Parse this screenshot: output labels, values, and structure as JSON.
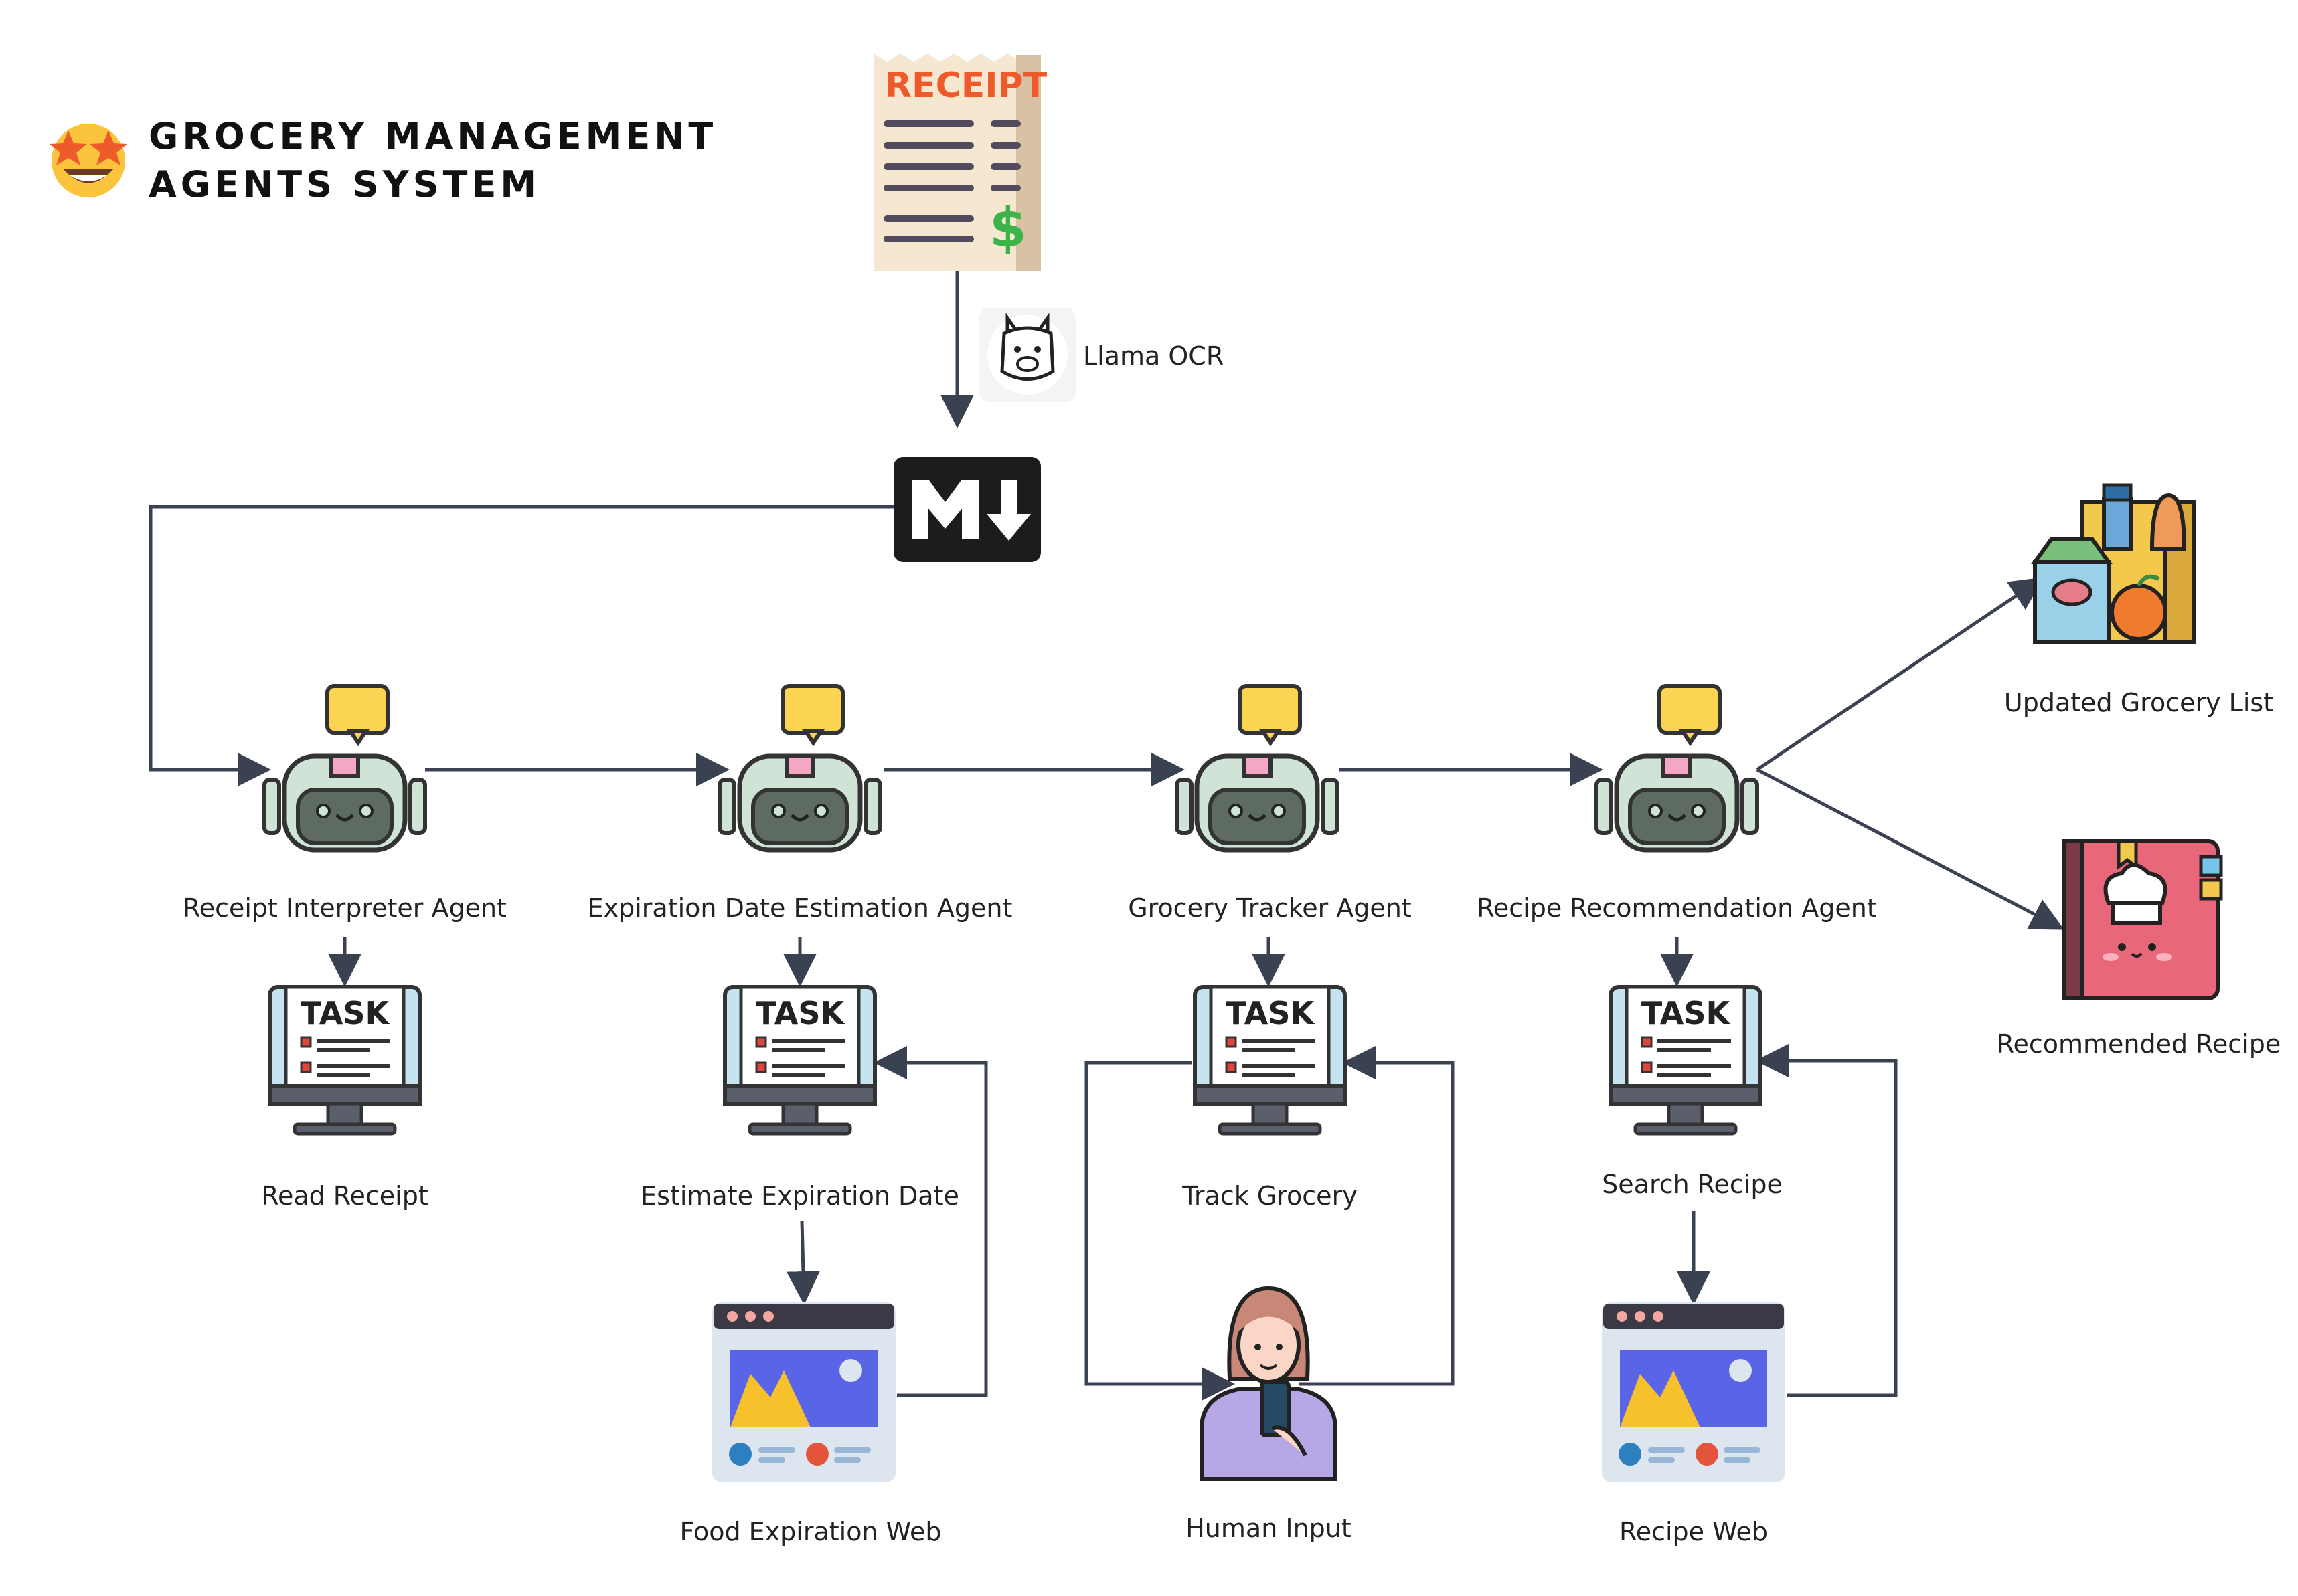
{
  "title": {
    "line1": "GROCERY MANAGEMENT",
    "line2": "AGENTS SYSTEM",
    "icon": "star-struck-emoji-icon"
  },
  "receipt": {
    "heading": "RECEIPT",
    "symbol": "$",
    "icon": "receipt-icon"
  },
  "ocr": {
    "label": "Llama OCR",
    "icon": "llama-icon"
  },
  "markdown": {
    "icon": "markdown-icon",
    "text": "M↓"
  },
  "agents": [
    {
      "label": "Receipt Interpreter Agent",
      "icon": "robot-icon"
    },
    {
      "label": "Expiration Date Estimation Agent",
      "icon": "robot-icon"
    },
    {
      "label": "Grocery Tracker Agent",
      "icon": "robot-icon"
    },
    {
      "label": "Recipe Recommendation Agent",
      "icon": "robot-icon"
    }
  ],
  "tasks": [
    {
      "badge": "TASK",
      "label": "Read Receipt",
      "icon": "task-monitor-icon"
    },
    {
      "badge": "TASK",
      "label": "Estimate Expiration Date",
      "icon": "task-monitor-icon"
    },
    {
      "badge": "TASK",
      "label": "Track Grocery",
      "icon": "task-monitor-icon"
    },
    {
      "badge": "TASK",
      "label": "Search Recipe",
      "icon": "task-monitor-icon"
    }
  ],
  "tools": [
    {
      "label": "Food Expiration Web",
      "icon": "browser-window-icon"
    },
    {
      "label": "Human Input",
      "icon": "person-phone-icon"
    },
    {
      "label": "Recipe Web",
      "icon": "browser-window-icon"
    }
  ],
  "outputs": [
    {
      "label": "Updated Grocery List",
      "icon": "grocery-bag-icon"
    },
    {
      "label": "Recommended Recipe",
      "icon": "recipe-book-icon"
    }
  ],
  "colors": {
    "connector": "#3a4150",
    "receipt_accent": "#ee5a2a",
    "robot_screen": "#5d6b63",
    "speech_bubble": "#fcd453",
    "browser_blue": "#5a64e6"
  }
}
